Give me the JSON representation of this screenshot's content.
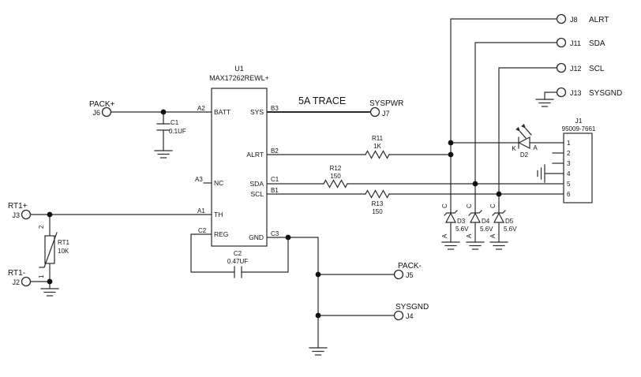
{
  "colors": {
    "background": "#ffffff",
    "wire": "#2a2a2a",
    "text": "#111111"
  },
  "note_5a_trace": "5A TRACE",
  "u1": {
    "ref": "U1",
    "part": "MAX17262REWL+",
    "pins_left": [
      {
        "des": "A2",
        "name": "BATT"
      },
      {
        "des": "A3",
        "name": "NC"
      },
      {
        "des": "A1",
        "name": "TH"
      },
      {
        "des": "C2",
        "name": "REG"
      }
    ],
    "pins_right": [
      {
        "des": "B3",
        "name": "SYS"
      },
      {
        "des": "B2",
        "name": "ALRT"
      },
      {
        "des": "C1",
        "name": "SDA"
      },
      {
        "des": "B1",
        "name": "SCL"
      },
      {
        "des": "C3",
        "name": "GND"
      }
    ]
  },
  "j1": {
    "ref": "J1",
    "part": "95009-7661",
    "pins": [
      "1",
      "2",
      "3",
      "4",
      "5",
      "6"
    ]
  },
  "terminals": {
    "j6": {
      "ref": "J6",
      "net": "PACK+"
    },
    "j7": {
      "ref": "J7",
      "net": "SYSPWR"
    },
    "j8": {
      "ref": "J8",
      "net": "ALRT"
    },
    "j11": {
      "ref": "J11",
      "net": "SDA"
    },
    "j12": {
      "ref": "J12",
      "net": "SCL"
    },
    "j13": {
      "ref": "J13",
      "net": "SYSGND"
    },
    "j5": {
      "ref": "J5",
      "net": "PACK-"
    },
    "j4": {
      "ref": "J4",
      "net": "SYSGND"
    },
    "j3": {
      "ref": "J3",
      "net": "RT1+"
    },
    "j2": {
      "ref": "J2",
      "net": "RT1-"
    }
  },
  "resistors": [
    {
      "ref": "R11",
      "value": "1K"
    },
    {
      "ref": "R12",
      "value": "150"
    },
    {
      "ref": "R13",
      "value": "150"
    }
  ],
  "capacitors": [
    {
      "ref": "C1",
      "value": "0.1UF"
    },
    {
      "ref": "C2",
      "value": "0.47UF"
    }
  ],
  "led": {
    "ref": "D2",
    "cathode_label": "K",
    "anode_label": "A"
  },
  "zeners": [
    {
      "ref": "D3",
      "value": "5.6V",
      "cathode_label": "C",
      "anode_label": "A"
    },
    {
      "ref": "D4",
      "value": "5.6V",
      "cathode_label": "C",
      "anode_label": "A"
    },
    {
      "ref": "D5",
      "value": "5.6V",
      "cathode_label": "C",
      "anode_label": "A"
    }
  ],
  "thermistor": {
    "ref": "RT1",
    "value": "10K",
    "pin_top": "2",
    "pin_bottom": "1"
  }
}
